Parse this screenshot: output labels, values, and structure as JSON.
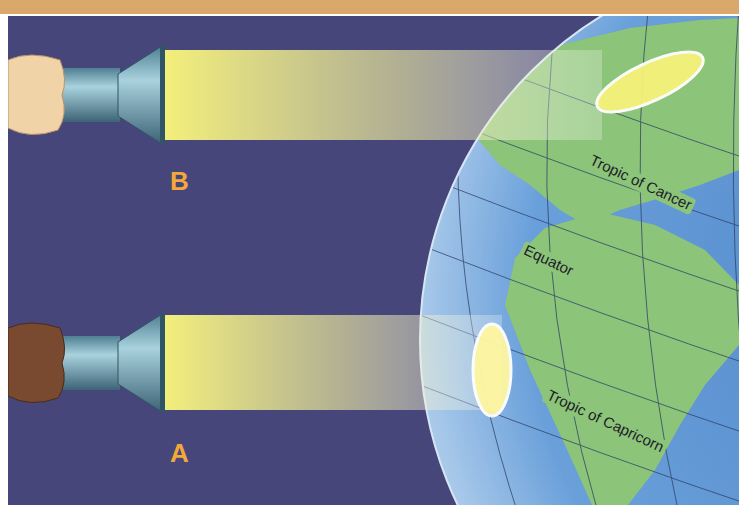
{
  "diagram": {
    "labels": [
      "B",
      "A",
      "Tropic of Cancer",
      "Equator",
      "Tropic of Capricorn"
    ]
  }
}
